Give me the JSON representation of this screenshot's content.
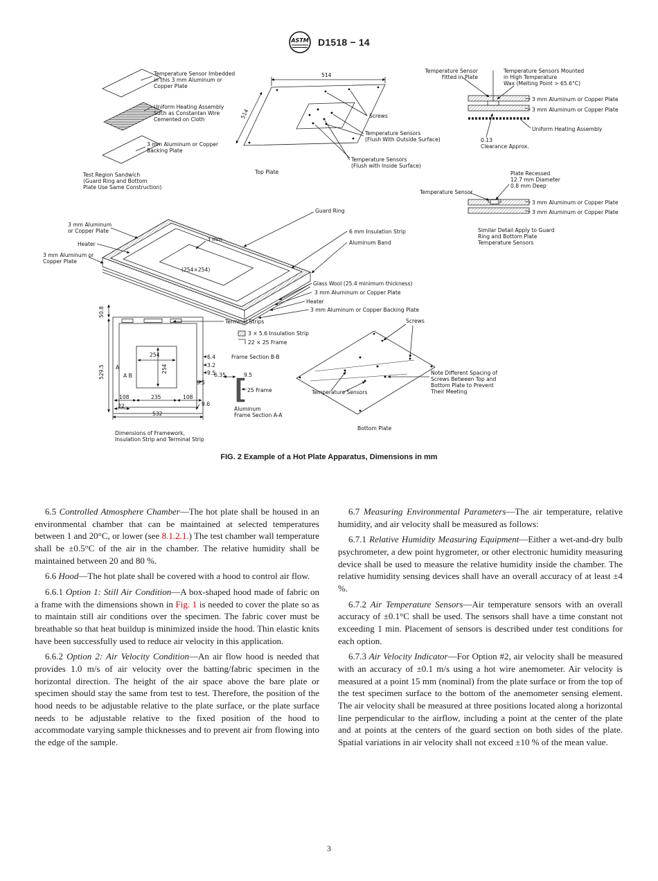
{
  "header": {
    "logo_text": "ASTM",
    "doc_code": "D1518 − 14"
  },
  "colors": {
    "link_red": "#cc0000"
  },
  "figure": {
    "caption": "FIG. 2  Example of a Hot Plate Apparatus, Dimensions in mm",
    "labels": {
      "tl_sensor": "Temperature Sensor Imbedded\nin this 3 mm Aluminum or\nCopper Plate",
      "tl_heating": "Uniform Heating Assembly\nSuch as Constantan Wire\nCemented on Cloth",
      "tl_backing": "3 mm Aluminum or Copper\nBacking Plate",
      "tl_sandwich": "Test Region Sandwich\n(Guard Ring and Bottom\nPlate Use Same Construction)",
      "tp_dim_top": "514",
      "tp_dim_left": "514",
      "tp_screws": "Screws",
      "tp_sensors_out": "Temperature Sensors\n(Flush With Outside Surface)",
      "tp_sensors_in": "Temperature Sensors\n(Flush with Inside Surface)",
      "tp_title": "Top Plate",
      "tr_sensor_fitted": "Temperature Sensor\nFitted in Plate",
      "tr_wax": "Temperature Sensors Mounted\nin High Temperature\nWax (Melting Point > 65.6°C)",
      "tr_plate1": "3 mm Aluminum or Copper Plate",
      "tr_plate2": "3 mm Aluminum or Copper Plate",
      "tr_heating": "Uniform Heating Assembly",
      "tr_clearance": "0.13\nClearance Approx.",
      "mr_recessed": "Plate Recessed\n12.7 mm Diameter\n0.8 mm Deep",
      "mr_sensor": "Temperature Sensor",
      "mr_plate1": "3 mm Aluminum or Copper Plate",
      "mr_plate2": "3 mm Aluminum or Copper Plate",
      "mr_similar": "Similar Detail Apply to Guard\nRing and Bottom Plate\nTemperature Sensors",
      "asm_guard_ring": "Guard Ring",
      "asm_insulation": "6 mm Insulation Strip",
      "asm_band": "Aluminum Band",
      "asm_plate_l1": "3 mm Aluminum\nor Copper Plate",
      "asm_heater_l": "Heater",
      "asm_plate_l2": "3 mm Aluminum or\nCopper Plate",
      "asm_3mm": "3 mm",
      "asm_254": "(254×254)",
      "asm_glass_wool": "Glass Wool (25.4 minimum thickness)",
      "asm_plate_r": "3 mm Aluminum or Copper Plate",
      "asm_heater_r": "Heater",
      "asm_backing_r": "3 mm Aluminum or Copper Backing Plate",
      "fw_dim_508": "50.8",
      "fw_dim_5295": "529.5",
      "fw_terminal": "Terminal Strips",
      "fw_insul": "3 × 5.6 Insulation Strip",
      "fw_frame2225": "22 × 25 Frame",
      "fw_section_bb": "Frame Section B-B",
      "fw_64": "6.4",
      "fw_32": "3.2",
      "fw_95a": "9.5",
      "fw_95b": "9.5",
      "fw_635": "6.35",
      "fw_95c": "9.5",
      "fw_25frame": "25 Frame",
      "fw_section_aa": "Aluminum\nFrame Section A-A",
      "fw_254h": "254",
      "fw_254v": "254",
      "fw_a": "A",
      "fw_ab": "A B",
      "fw_108l": "108",
      "fw_235": "235",
      "fw_108r": "108",
      "fw_22": "22",
      "fw_96": "9.6",
      "fw_532": "532",
      "fw_caption": "Dimensions of Framework,\nInsulation Strip and Terminal Strip",
      "bp_screws": "Screws",
      "bp_sensors": "Temperature Sensors",
      "bp_note": "Note Different Spacing of\nScrews Between Top and\nBottom Plate to Prevent\nTheir Meeting",
      "bp_title": "Bottom Plate"
    }
  },
  "body": {
    "left_column": [
      {
        "number": "6.5",
        "segments": [
          {
            "type": "num",
            "text": "6.5 "
          },
          {
            "type": "title",
            "text": "Controlled Atmosphere Chamber"
          },
          {
            "type": "text",
            "text": "—The hot plate shall be housed in an environmental chamber that can be maintained at selected temperatures between 1 and 20°C, or lower (see "
          },
          {
            "type": "link",
            "text": "8.1.2.1."
          },
          {
            "type": "text",
            "text": ") The test chamber wall temperature shall be ±0.5°C of the air in the chamber. The relative humidity shall be maintained between 20 and 80 %."
          }
        ]
      },
      {
        "number": "6.6",
        "segments": [
          {
            "type": "num",
            "text": "6.6 "
          },
          {
            "type": "title",
            "text": "Hood"
          },
          {
            "type": "text",
            "text": "—The hot plate shall be covered with a hood to control air flow."
          }
        ]
      },
      {
        "number": "6.6.1",
        "segments": [
          {
            "type": "num",
            "text": "6.6.1 "
          },
          {
            "type": "title",
            "text": "Option 1: Still Air Condition"
          },
          {
            "type": "text",
            "text": "—A box-shaped hood made of fabric on a frame with the dimensions shown in "
          },
          {
            "type": "link",
            "text": "Fig. 1"
          },
          {
            "type": "text",
            "text": " is needed to cover the plate so as to maintain still air conditions over the specimen. The fabric cover must be breathable so that heat buildup is minimized inside the hood. Thin elastic knits have been successfully used to reduce air velocity in this application."
          }
        ]
      },
      {
        "number": "6.6.2",
        "segments": [
          {
            "type": "num",
            "text": "6.6.2 "
          },
          {
            "type": "title",
            "text": "Option 2: Air Velocity Condition"
          },
          {
            "type": "text",
            "text": "—An air flow hood is needed that provides 1.0 m/s of air velocity over the batting/fabric specimen in the horizontal direction. The height of the air space above the bare plate or specimen should stay the same from test to test. Therefore, the position of the hood needs to be adjustable relative to the plate surface, or the plate surface needs to be adjustable relative to the fixed position of the hood to accommodate varying sample thicknesses and to prevent air from flowing into the edge of the sample."
          }
        ]
      }
    ],
    "right_column": [
      {
        "number": "6.7",
        "segments": [
          {
            "type": "num",
            "text": "6.7 "
          },
          {
            "type": "title",
            "text": "Measuring Environmental Parameters"
          },
          {
            "type": "text",
            "text": "—The air temperature, relative humidity, and air velocity shall be measured as follows:"
          }
        ]
      },
      {
        "number": "6.7.1",
        "segments": [
          {
            "type": "num",
            "text": "6.7.1 "
          },
          {
            "type": "title",
            "text": "Relative Humidity Measuring Equipment"
          },
          {
            "type": "text",
            "text": "—Either a wet-and-dry bulb psychrometer, a dew point hygrometer, or other electronic humidity measuring device shall be used to measure the relative humidity inside the chamber. The relative humidity sensing devices shall have an overall accuracy of at least ±4 %."
          }
        ]
      },
      {
        "number": "6.7.2",
        "segments": [
          {
            "type": "num",
            "text": "6.7.2 "
          },
          {
            "type": "title",
            "text": "Air Temperature Sensors"
          },
          {
            "type": "text",
            "text": "—Air temperature sensors with an overall accuracy of ±0.1°C shall be used. The sensors shall have a time constant not exceeding 1 min. Placement of sensors is described under test conditions for each option."
          }
        ]
      },
      {
        "number": "6.7.3",
        "segments": [
          {
            "type": "num",
            "text": "6.7.3 "
          },
          {
            "type": "title",
            "text": "Air Velocity Indicator"
          },
          {
            "type": "text",
            "text": "—For Option #2, air velocity shall be measured with an accuracy of ±0.1 m/s using a hot wire anemometer. Air velocity is measured at a point 15 mm (nominal) from the plate surface or from the top of the test specimen surface to the bottom of the anemometer sensing element. The air velocity shall be measured at three positions located along a horizontal line perpendicular to the airflow, including a point at the center of the plate and at points at the centers of the guard section on both sides of the plate. Spatial variations in air velocity shall not exceed ±10 % of the mean value."
          }
        ]
      }
    ]
  },
  "footer": {
    "page_number": "3"
  }
}
